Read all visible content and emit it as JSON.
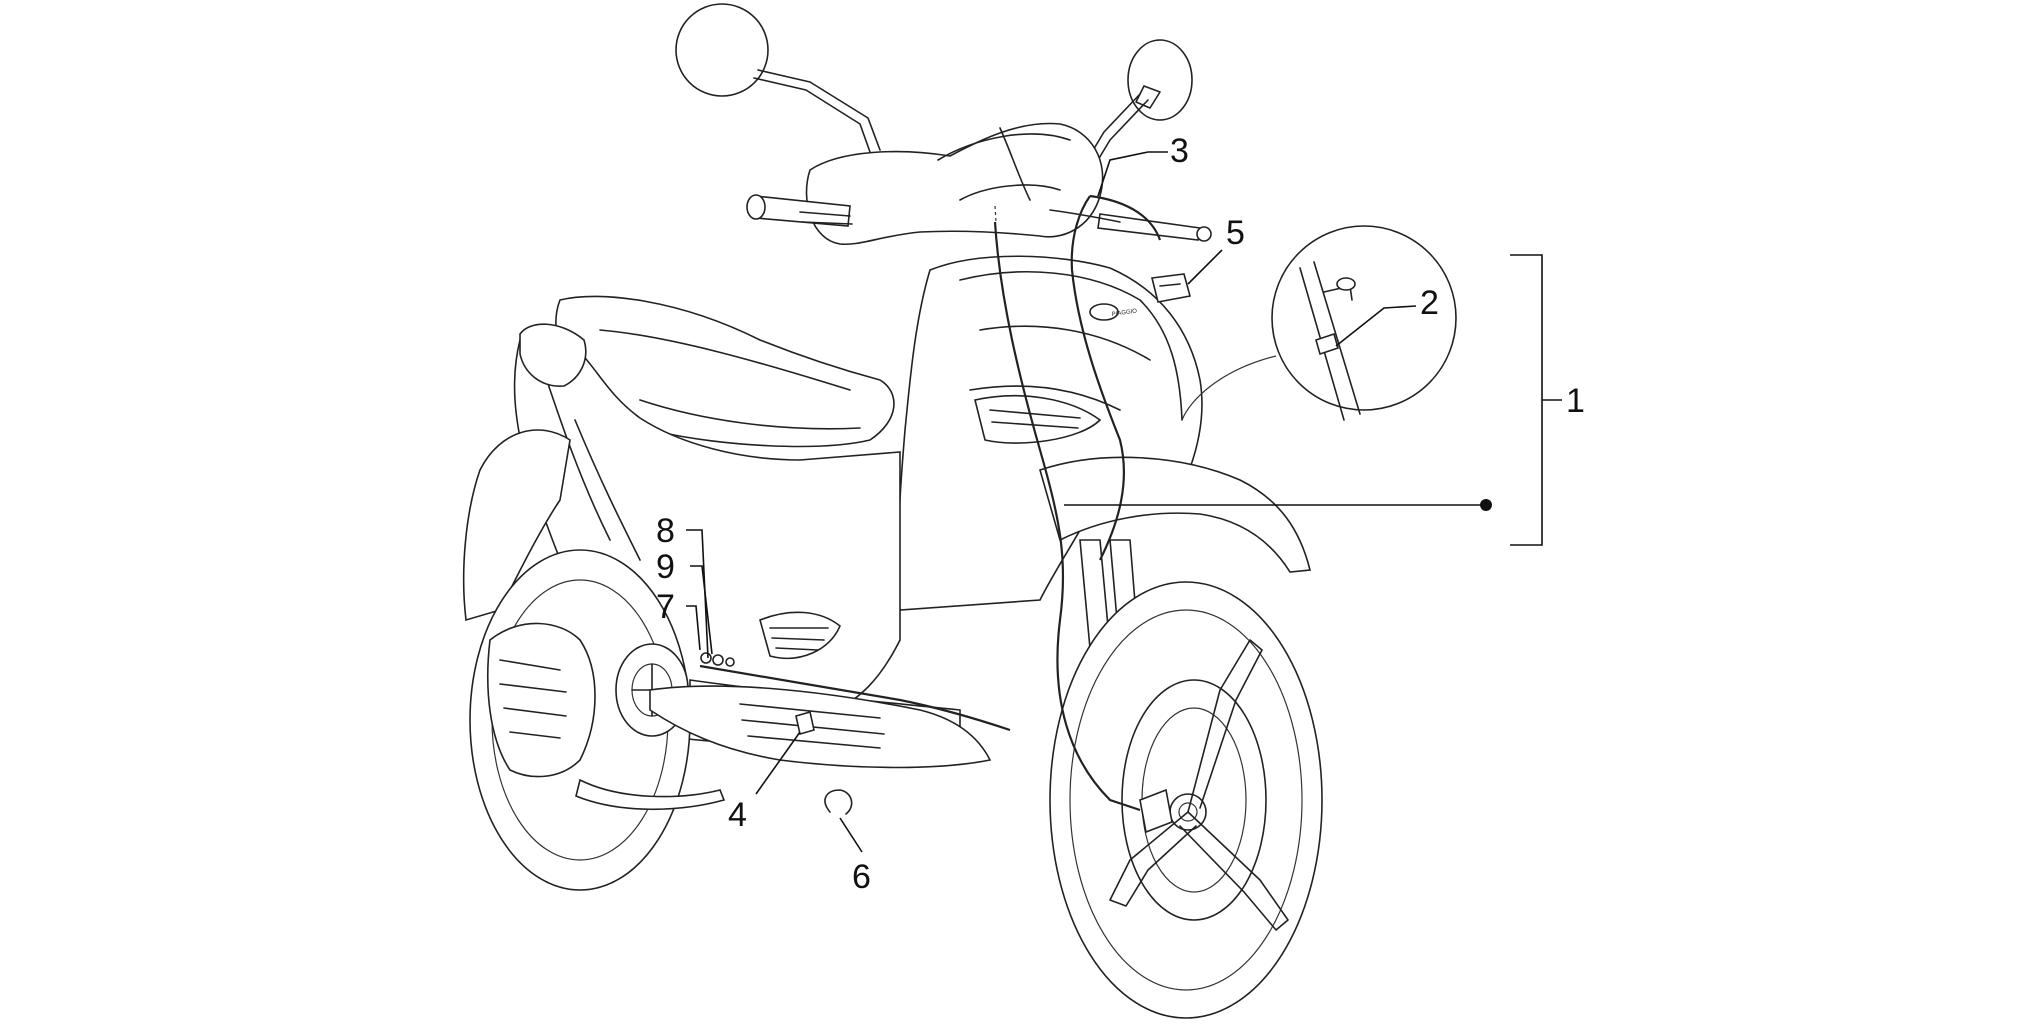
{
  "parts": [
    {
      "number": "1"
    },
    {
      "number": "2"
    },
    {
      "number": "3"
    },
    {
      "number": "4"
    },
    {
      "number": "5"
    },
    {
      "number": "6"
    },
    {
      "number": "7"
    },
    {
      "number": "8"
    },
    {
      "number": "9"
    }
  ],
  "logo": "PIAGGIO"
}
